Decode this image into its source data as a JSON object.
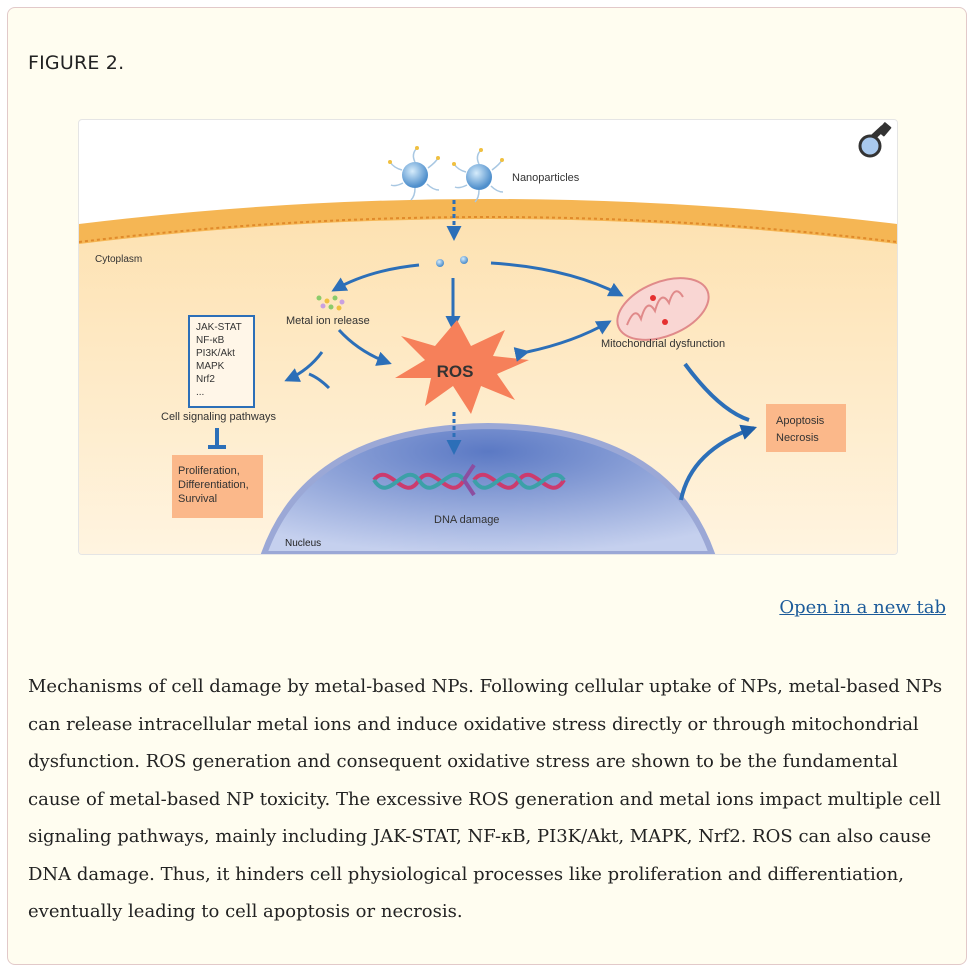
{
  "figure_label": "FIGURE 2.",
  "diagram": {
    "nanoparticles": "Nanoparticles",
    "cytoplasm": "Cytoplasm",
    "metal_ion_release": "Metal ion release",
    "ros": "ROS",
    "mitochondrial_dysfunction": "Mitochondrial dysfunction",
    "pathways": [
      "JAK-STAT",
      "NF-κB",
      "PI3K/Akt",
      "MAPK",
      "Nrf2",
      "..."
    ],
    "cell_signaling": "Cell signaling pathways",
    "outcomes": [
      "Proliferation,",
      "Differentiation,",
      "Survival"
    ],
    "apoptosis": [
      "Apoptosis",
      "Necrosis"
    ],
    "dna_damage": "DNA damage",
    "nucleus": "Nucleus"
  },
  "zoom_icon": "magnifier-icon",
  "open_link": "Open in a new tab",
  "caption": "Mechanisms of cell damage by metal-based NPs. Following cellular uptake of NPs, metal-based NPs can release intracellular metal ions and induce oxidative stress directly or through mitochondrial dysfunction. ROS generation and consequent oxidative stress are shown to be the fundamental cause of metal-based NP toxicity. The excessive ROS generation and metal ions impact multiple cell signaling pathways, mainly including JAK-STAT, NF-κB, PI3K/Akt, MAPK, Nrf2. ROS can also cause DNA damage. Thus, it hinders cell physiological processes like proliferation and differentiation, eventually leading to cell apoptosis or necrosis.",
  "colors": {
    "cytoplasm": "#fde4b8",
    "membrane": "#f2b04a",
    "arrow": "#2c6fb8",
    "ros": "#f6805a",
    "nucleus": "#a9b9e0",
    "box_fill": "#fbb88a",
    "link": "#1c5b9a"
  }
}
